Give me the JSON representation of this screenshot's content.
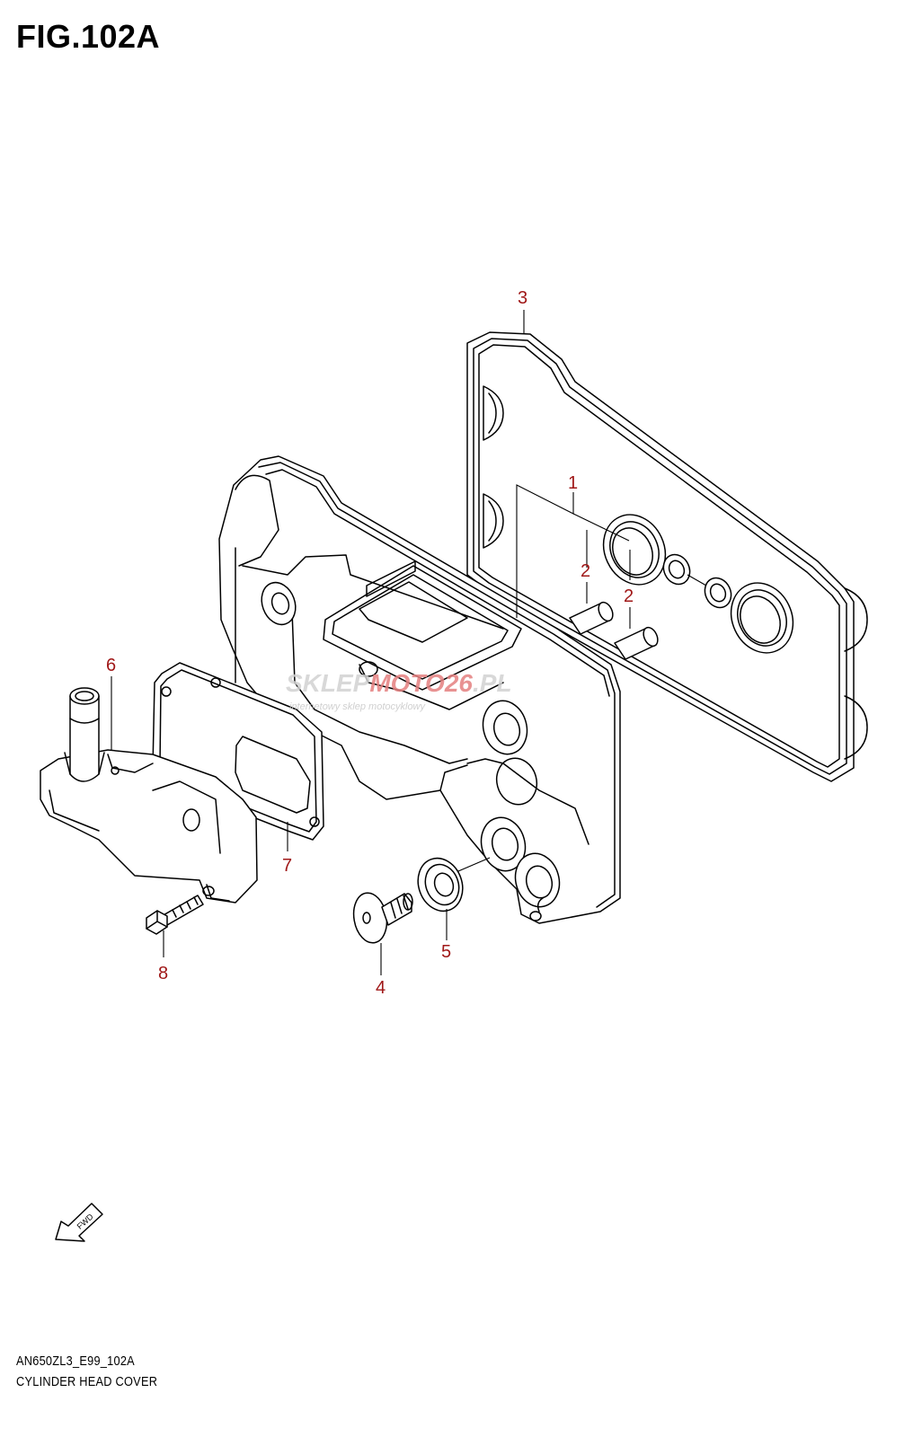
{
  "figure": {
    "title": "FIG.102A",
    "code": "AN650ZL3_E99_102A",
    "name": "CYLINDER HEAD COVER"
  },
  "callouts": [
    {
      "id": "1",
      "label": "1"
    },
    {
      "id": "2a",
      "label": "2"
    },
    {
      "id": "2b",
      "label": "2"
    },
    {
      "id": "3",
      "label": "3"
    },
    {
      "id": "4",
      "label": "4"
    },
    {
      "id": "5",
      "label": "5"
    },
    {
      "id": "6",
      "label": "6"
    },
    {
      "id": "7",
      "label": "7"
    },
    {
      "id": "8",
      "label": "8"
    }
  ],
  "fwd_label": "FWD",
  "watermark": {
    "brand_a": "SKLEP",
    "brand_b": "MOTO",
    "brand_c": "26",
    "brand_d": ".PL",
    "tagline": "internetowy sklep motocyklowy"
  },
  "colors": {
    "callout": "#a01818",
    "watermark_gray": "#cfcfcf",
    "watermark_red": "#e36060"
  }
}
